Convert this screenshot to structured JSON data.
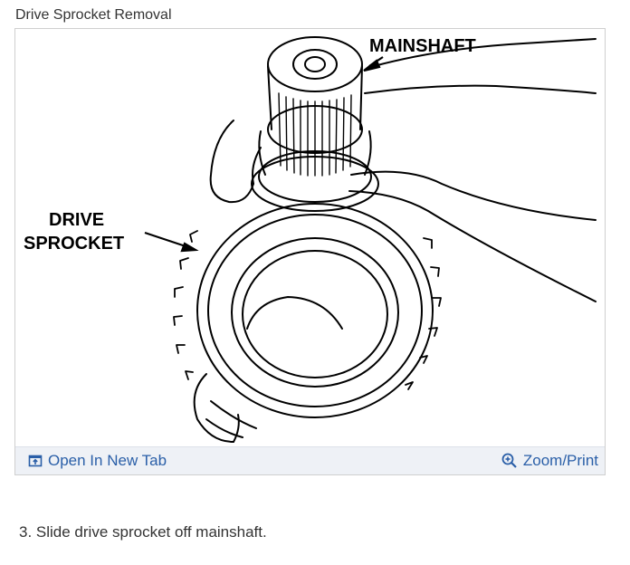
{
  "figure": {
    "title": "Drive Sprocket Removal",
    "labels": {
      "mainshaft": "MAINSHAFT",
      "drive_line1": "DRIVE",
      "drive_line2": "SPROCKET"
    }
  },
  "toolbar": {
    "open_label": "Open In New Tab",
    "zoom_label": "Zoom/Print",
    "open_icon": "open-in-new-tab-icon",
    "zoom_icon": "zoom-icon"
  },
  "step": {
    "text": "3. Slide drive sprocket off mainshaft."
  },
  "colors": {
    "link": "#2a5fa8",
    "toolbar_bg": "#eef1f6",
    "border": "#cfcfcf"
  }
}
